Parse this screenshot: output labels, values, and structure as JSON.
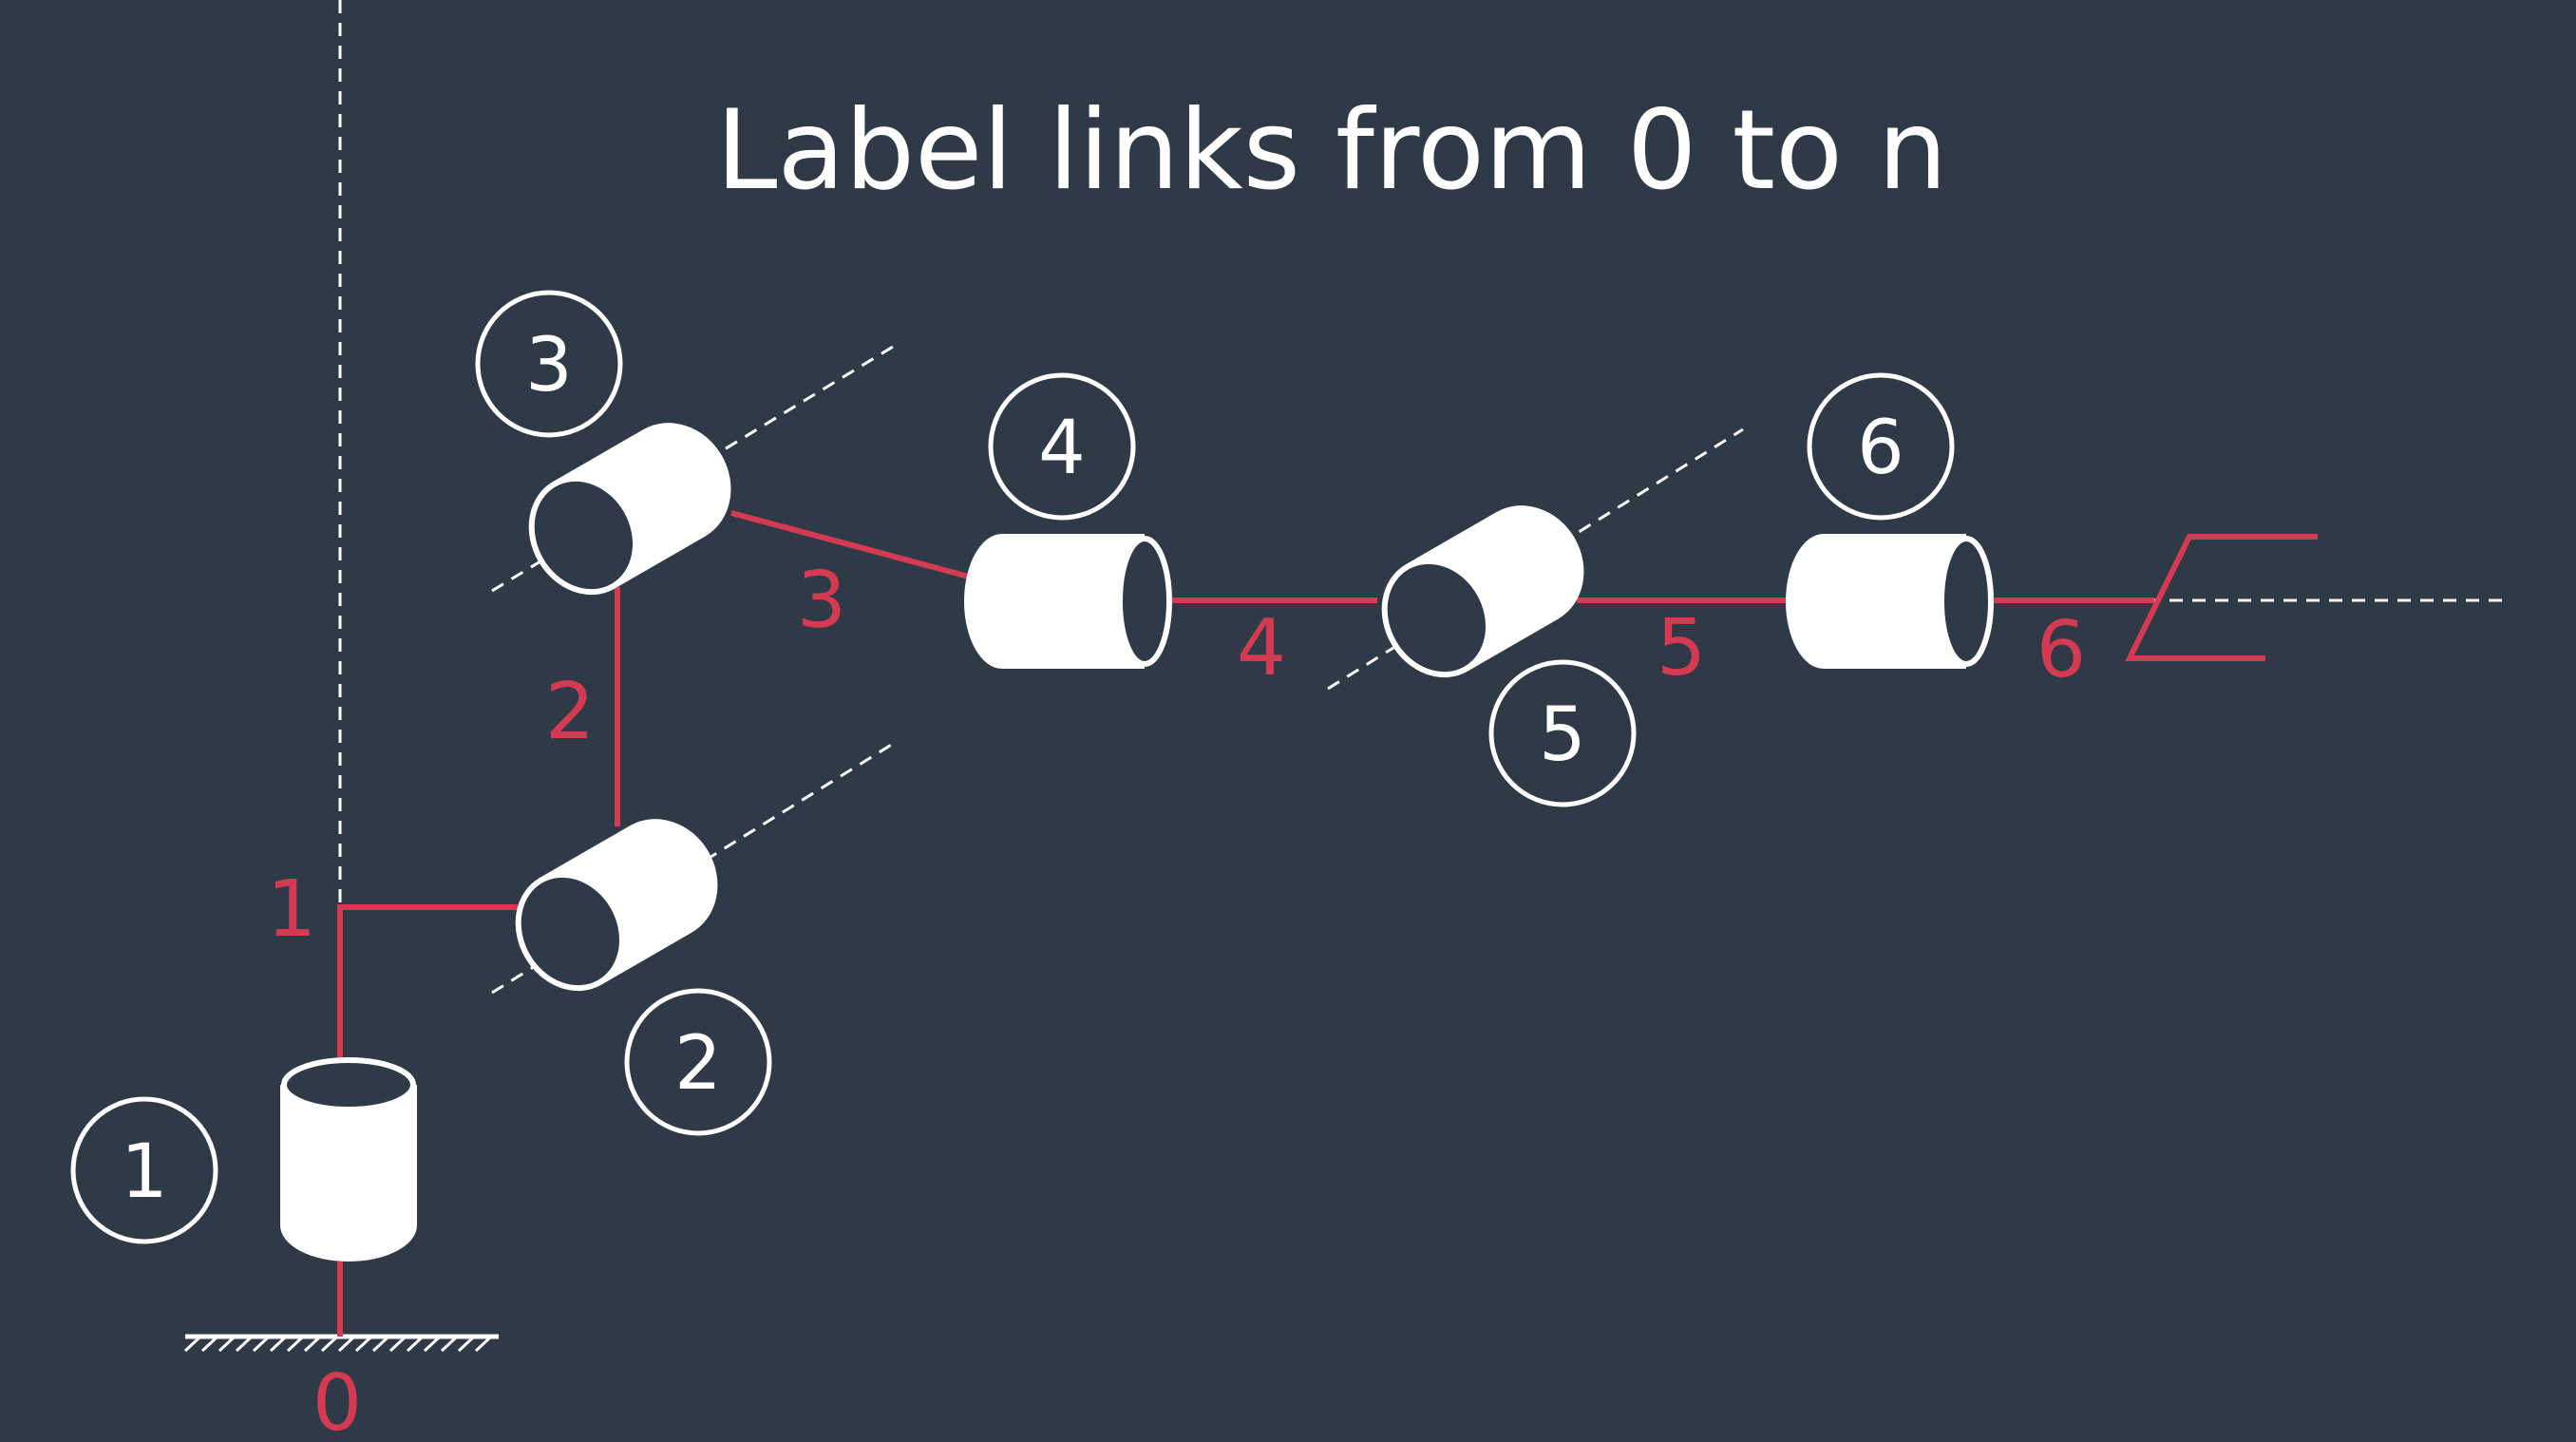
{
  "title": "Label links from 0 to n",
  "colors": {
    "background": "#2f3a46",
    "link": "#d43a52",
    "joint": "#ffffff"
  },
  "joints": [
    {
      "label": "1"
    },
    {
      "label": "2"
    },
    {
      "label": "3"
    },
    {
      "label": "4"
    },
    {
      "label": "5"
    },
    {
      "label": "6"
    }
  ],
  "links": [
    {
      "label": "0"
    },
    {
      "label": "1"
    },
    {
      "label": "2"
    },
    {
      "label": "3"
    },
    {
      "label": "4"
    },
    {
      "label": "5"
    },
    {
      "label": "6"
    }
  ]
}
